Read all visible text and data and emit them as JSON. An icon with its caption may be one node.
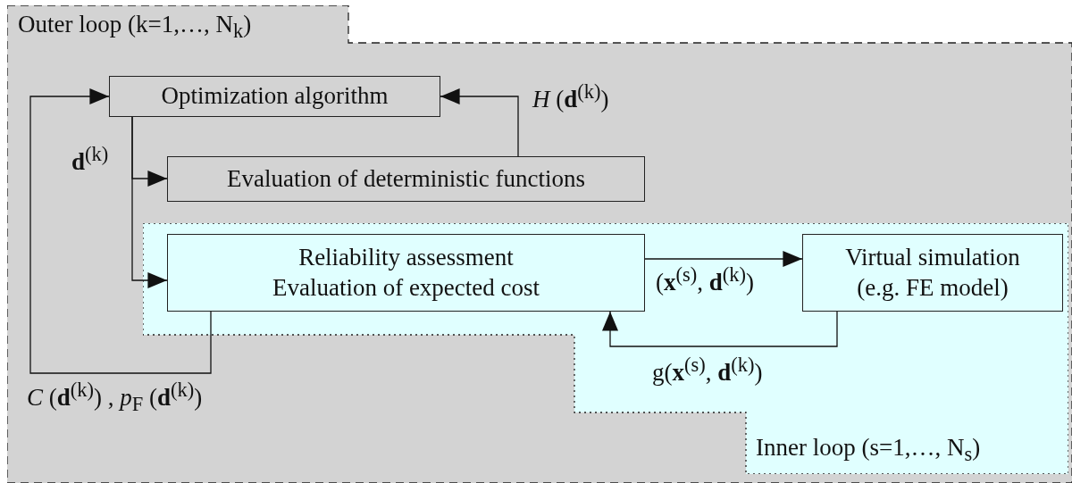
{
  "diagram": {
    "nodes": [
      {
        "text": [
          "Outer loop (k=1,…, N$_{k}$)"
        ]
      },
      {
        "text": [
          "Optimization algorithm"
        ],
        "in": 0
      },
      {
        "text": [
          "Evaluation of deterministic functions"
        ],
        "in": 0
      },
      {
        "text": [
          "Inner loop (s=1,…, N$_{s}$)"
        ],
        "in": 0
      },
      {
        "text": [
          "Reliability assessment",
          "Evaluation of expected cost"
        ],
        "in": 3
      },
      {
        "text": [
          "Virtual simulation",
          "(e.g. FE model)"
        ],
        "in": 3
      }
    ],
    "edges": [
      {
        "from": 1,
        "to": 2,
        "arrow": "to",
        "label": "**d**$^{(k)}$"
      },
      {
        "from": 1,
        "to": 4,
        "arrow": "to"
      },
      {
        "from": 2,
        "to": 1,
        "arrow": "to",
        "label": "*H* (**d**$^{(k)}$)"
      },
      {
        "from": 4,
        "to": 5,
        "arrow": "to",
        "label": "(**x**$^{(s)}$, **d**$^{(k)}$)"
      },
      {
        "from": 5,
        "to": 4,
        "arrow": "to",
        "label": "g(**x**$^{(s)}$, **d**$^{(k)}$)"
      },
      {
        "from": 4,
        "to": 1,
        "arrow": "to",
        "label": "*C* (**d**$^{(k)}$) , *p*$_{F}$ (**d**$^{(k)}$)"
      }
    ]
  }
}
